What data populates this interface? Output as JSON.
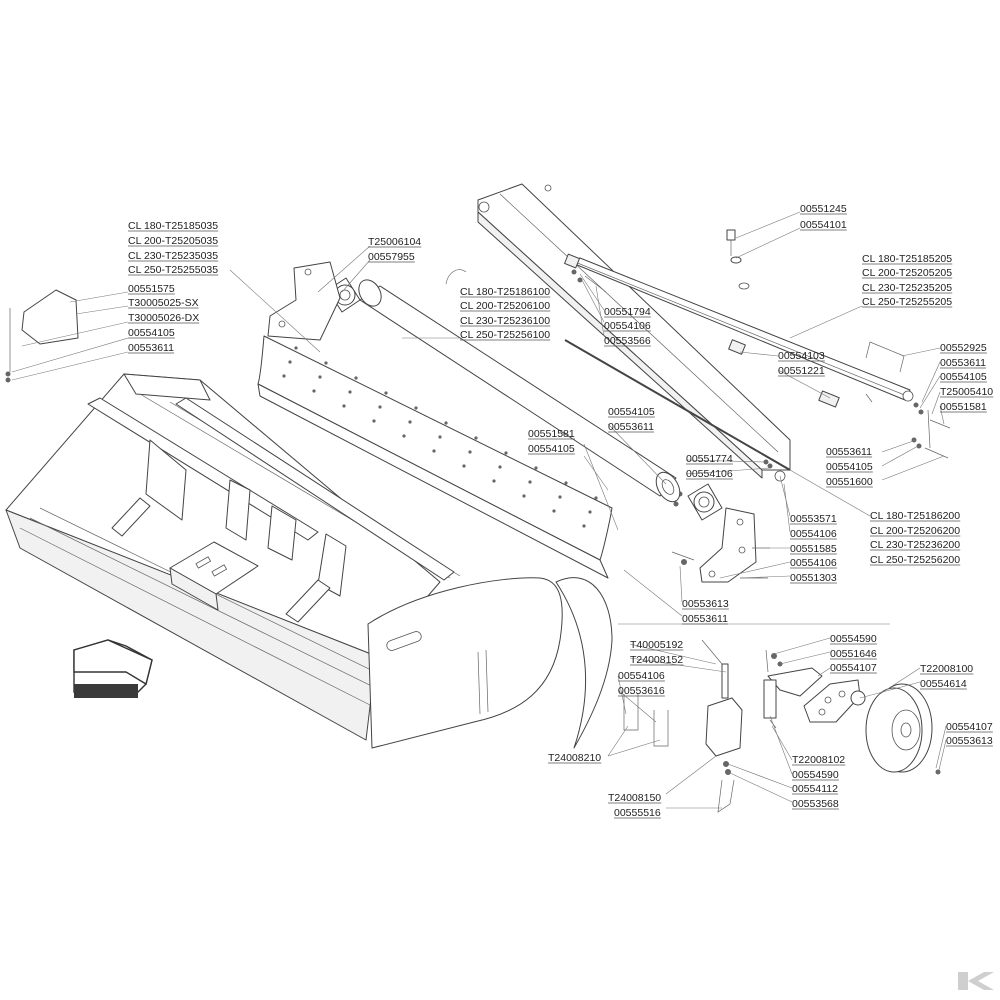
{
  "labels": {
    "a_t25185035_group": [
      "CL 180-T25185035",
      "CL 200-T25205035",
      "CL 230-T25235035",
      "CL 250-T25255035"
    ],
    "b_00551575": "00551575",
    "b_t30005025": "T30005025-SX",
    "b_t30005026": "T30005026-DX",
    "b_00554105": "00554105",
    "b_00553611": "00553611",
    "c_t25006104": "T25006104",
    "c_00557955": "00557955",
    "d_t25186100_group": [
      "CL 180-T25186100",
      "CL 200-T25206100",
      "CL 230-T25236100",
      "CL 250-T25256100"
    ],
    "e_00551245": "00551245",
    "e_00554101": "00554101",
    "f_t25185205_group": [
      "CL 180-T25185205",
      "CL 200-T25205205",
      "CL 230-T25235205",
      "CL 250-T25255205"
    ],
    "g_00551794": "00551794",
    "g_00554106": "00554106",
    "g_00553566": "00553566",
    "h_00554103": "00554103",
    "h_00551221": "00551221",
    "i_00552925": "00552925",
    "i_00553611": "00553611",
    "i_00554105": "00554105",
    "i_t25005410": "T25005410",
    "i_00551581": "00551581",
    "j_00554105": "00554105",
    "j_00553611": "00553611",
    "k_00551581": "00551581",
    "k_00554105": "00554105",
    "l_00551774": "00551774",
    "l_00554106": "00554106",
    "m_00553611": "00553611",
    "m_00554105": "00554105",
    "m_00551600": "00551600",
    "n_00553571": "00553571",
    "n_00554106": "00554106",
    "n_00551585": "00551585",
    "n_00554106b": "00554106",
    "n_00551303": "00551303",
    "o_t25186200_group": [
      "CL 180-T25186200",
      "CL 200-T25206200",
      "CL 230-T25236200",
      "CL 250-T25256200"
    ],
    "p_00553613": "00553613",
    "p_00553611": "00553611",
    "q_t40005192": "T40005192",
    "q_t24008152": "T24008152",
    "q_00554106": "00554106",
    "q_00553616": "00553616",
    "r_t24008210": "T24008210",
    "s_t24008150": "T24008150",
    "s_00555516": "00555516",
    "t_00554590": "00554590",
    "t_00551646": "00551646",
    "t_00554107": "00554107",
    "u_t22008100": "T22008100",
    "u_00554614": "00554614",
    "v_00554107": "00554107",
    "v_00553613": "00553613",
    "w_t22008102": "T22008102",
    "w_00554590": "00554590",
    "w_00554112": "00554112",
    "w_00553568": "00553568"
  },
  "colors": {
    "line": "#444444",
    "text": "#222222",
    "arrow_fill": "#3a3a3a",
    "watermark": "#cfcfcf"
  },
  "icons": {
    "direction_arrow": "direction-arrow-icon",
    "watermark": "brand-logo-watermark"
  }
}
